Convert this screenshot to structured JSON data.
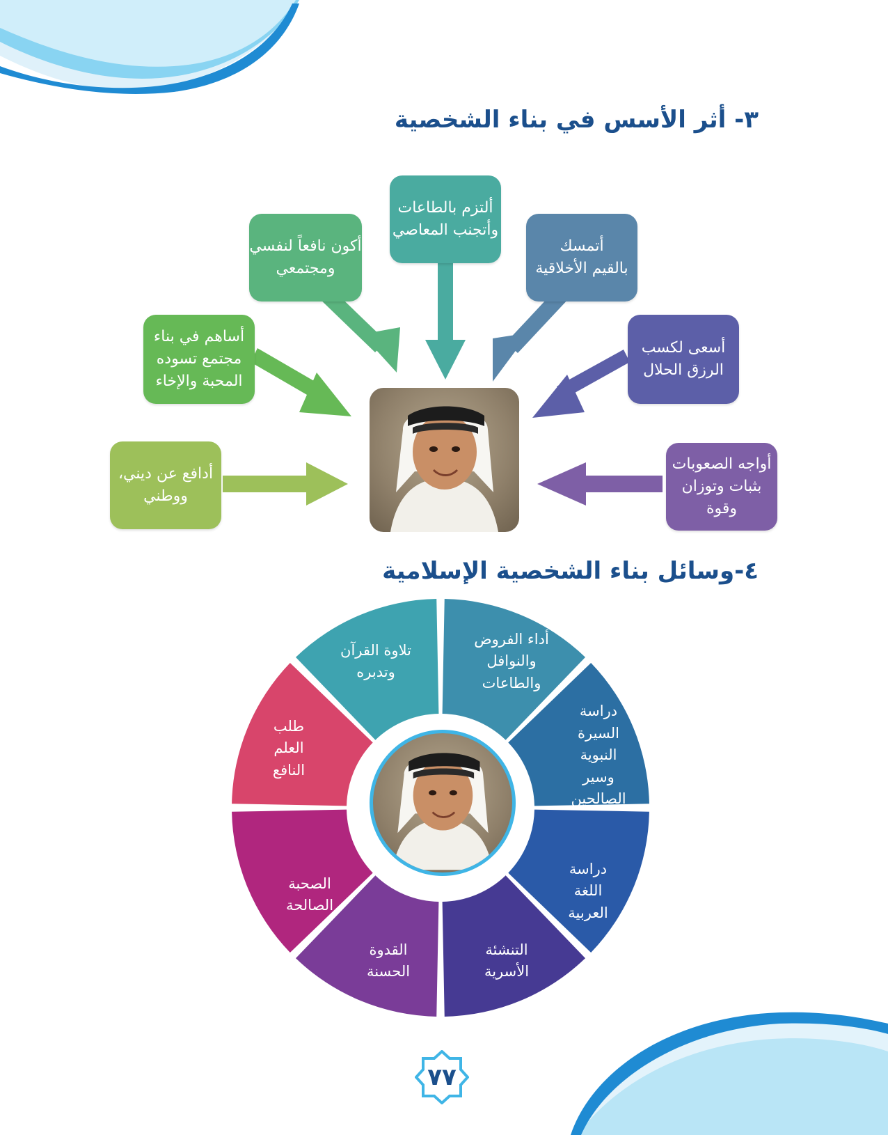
{
  "section3": {
    "title": "٣- أثر الأسس في بناء الشخصية",
    "boxes": [
      {
        "text": "ألتزم بالطاعات\nوأتجنب المعاصي",
        "color": "#4aaba0"
      },
      {
        "text": "أكون نافعاً لنفسي\nومجتمعي",
        "color": "#5ab47e"
      },
      {
        "text": "أتمسك\nبالقيم الأخلاقية",
        "color": "#5a86aa"
      },
      {
        "text": "أساهم في بناء\nمجتمع تسوده\nالمحبة والإخاء",
        "color": "#66b956"
      },
      {
        "text": "أسعى لكسب\nالرزق الحلال",
        "color": "#5c5fa8"
      },
      {
        "text": "أدافع عن ديني،\nووطني",
        "color": "#9dc05a"
      },
      {
        "text": "أواجه الصعوبات\nبثبات وتوزان وقوة",
        "color": "#7e5fa6"
      }
    ]
  },
  "section4": {
    "title": "٤-وسائل بناء الشخصية الإسلامية",
    "segments": [
      {
        "text": "أداء الفروض\nوالنوافل\nوالطاعات",
        "color": "#3d8fad"
      },
      {
        "text": "دراسة\nالسيرة\nالنبوية\nوسير\nالصالحين",
        "color": "#2c6fa3"
      },
      {
        "text": "دراسة\nاللغة\nالعربية",
        "color": "#2a5aa8"
      },
      {
        "text": "التنشئة\nالأسرية",
        "color": "#463a93"
      },
      {
        "text": "القدوة\nالحسنة",
        "color": "#7a3c98"
      },
      {
        "text": "الصحبة\nالصالحة",
        "color": "#b0267e"
      },
      {
        "text": "طلب\nالعلم\nالنافع",
        "color": "#d8456b"
      },
      {
        "text": "تلاوة القرآن\nوتدبره",
        "color": "#3ea3b0"
      }
    ]
  },
  "page_number": "٧٧",
  "colors": {
    "heading": "#1b4f8c",
    "wave_light": "#5ec3ea",
    "wave_dark": "#1f8bd3",
    "photo_ring": "#3fb5e6"
  }
}
